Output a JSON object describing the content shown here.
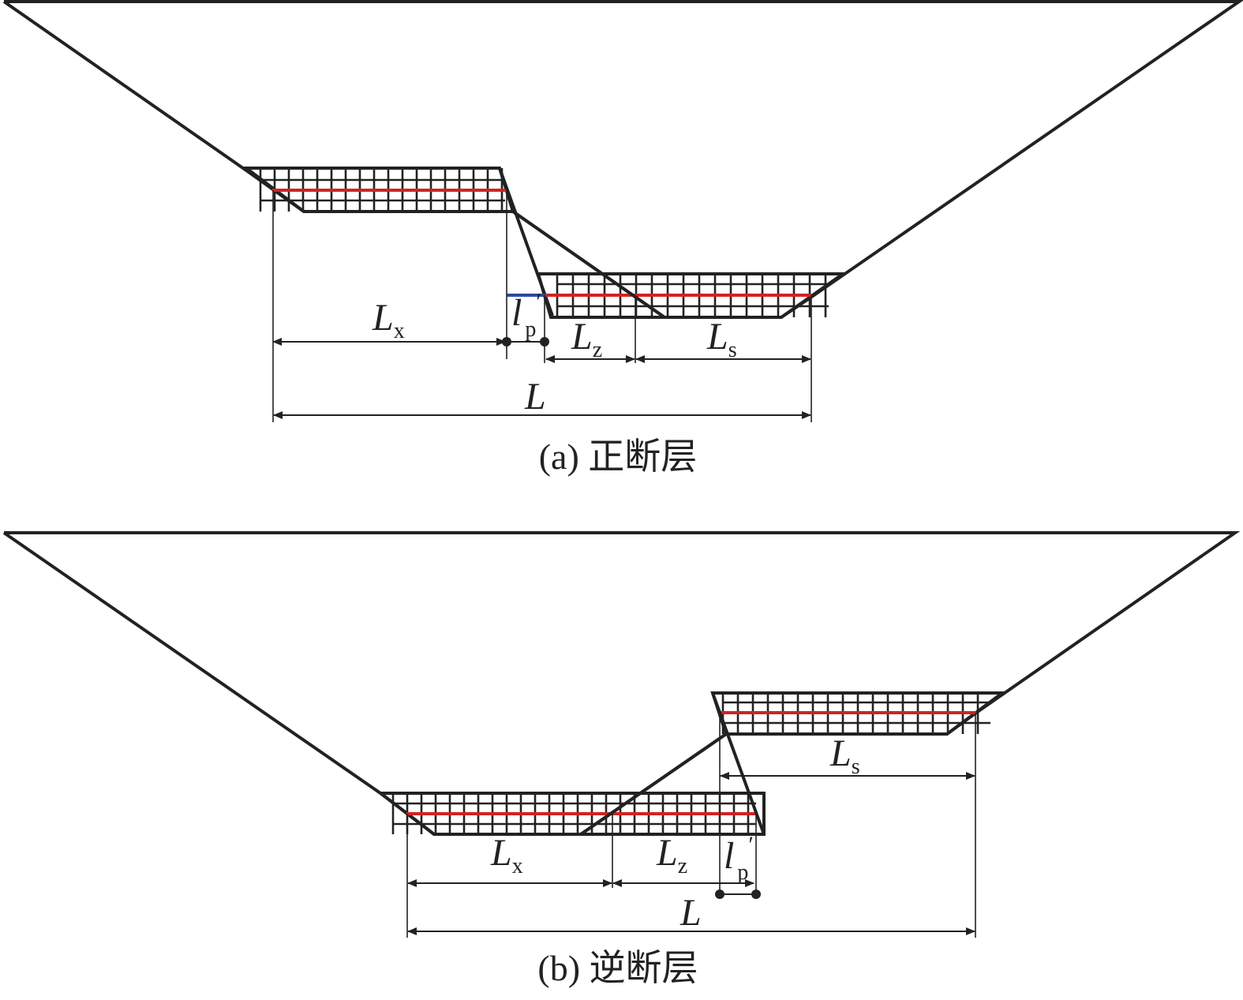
{
  "panel_a": {
    "caption": "(a) 正断层",
    "labels": {
      "lx": {
        "main": "L",
        "sub": "x"
      },
      "lp": {
        "main": "l",
        "sub": "p",
        "prime": "′"
      },
      "lz": {
        "main": "L",
        "sub": "z"
      },
      "ls": {
        "main": "L",
        "sub": "s"
      },
      "l_total": {
        "main": "L"
      }
    }
  },
  "panel_b": {
    "caption": "(b) 逆断层",
    "labels": {
      "lx": {
        "main": "L",
        "sub": "x"
      },
      "lz": {
        "main": "L",
        "sub": "z"
      },
      "lp": {
        "main": "l",
        "sub": "p",
        "prime": "′"
      },
      "ls": {
        "main": "L",
        "sub": "s"
      },
      "l_total": {
        "main": "L"
      }
    }
  },
  "colors": {
    "line": "#222222",
    "center_line": "#d32222",
    "offset_line": "#2a4aa0"
  }
}
